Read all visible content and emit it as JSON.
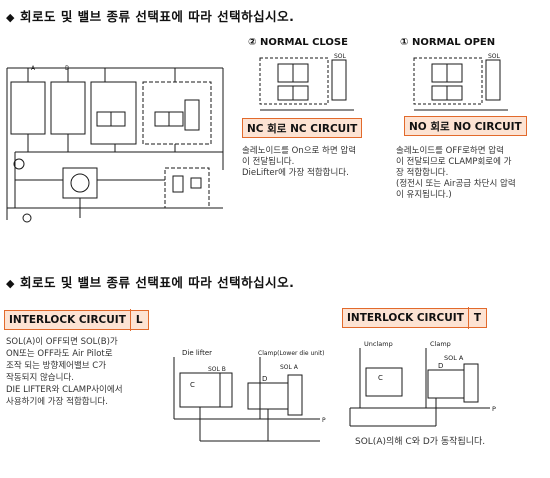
{
  "heading_top": "회로도 및 밸브 종류 선택표에 따라 선택하십시오.",
  "heading_bottom": "회로도 및 밸브 종류 선택표에 따라 선택하십시오.",
  "mark": "◆",
  "nc": {
    "caption": "② NORMAL CLOSE",
    "label": "NC 회로   NC CIRCUIT",
    "desc": [
      "솔레노이드를 On으로 하면 압력",
      "이 전달됩니다.",
      "DieLifter에 가장 적합합니다."
    ],
    "sol": "SOL"
  },
  "no": {
    "caption": "① NORMAL OPEN",
    "label": "NO 회로   NO CIRCUIT",
    "desc": [
      "솔레노이드를 OFF로하면 압력",
      "이 전달되므로 CLAMP회로에 가",
      "장 적합합니다.",
      "(정전시 또는 Air공급 차단시 압력",
      "이 유지됩니다.)"
    ],
    "sol": "SOL"
  },
  "interlock_l": {
    "label": "INTERLOCK CIRCUIT",
    "tag": "L",
    "desc": [
      "SOL(A)이 OFF되면 SOL(B)가",
      "ON또는 OFF라도 Air Pilot로",
      "조작 되는 방향제어밸브 C가",
      "작동되지 않습니다.",
      "DIE LIFTER와 CLAMP사이에서",
      "사용하기에 가장 적합합니다."
    ],
    "diagram": {
      "die_lifter": "Die lifter",
      "clamp": "Clamp(Lower die unit)",
      "sol_a": "SOL A",
      "sol_b": "SOL B",
      "c": "C",
      "d": "D",
      "p": "P"
    }
  },
  "interlock_t": {
    "label": "INTERLOCK CIRCUIT",
    "tag": "T",
    "desc": "SOL(A)의해 C와 D가 동작됩니다.",
    "diagram": {
      "unclamp": "Unclamp",
      "clamp": "Clamp",
      "sol_a": "SOL A",
      "c": "C",
      "d": "D",
      "p": "P"
    }
  },
  "left_diagram": {
    "tag_a": "A",
    "tag_b": "B"
  }
}
